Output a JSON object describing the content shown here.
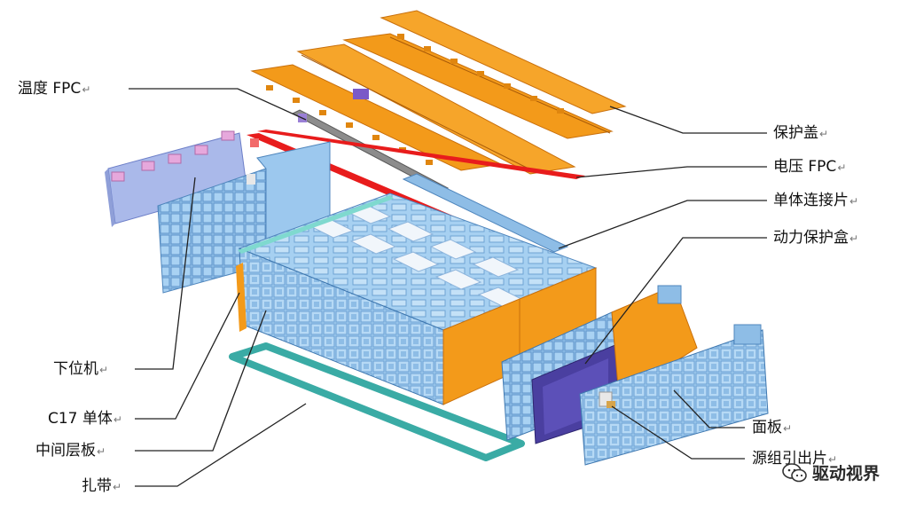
{
  "labels": {
    "temp_fpc": "温度 FPC",
    "lower_unit": "下位机",
    "c17_cell": "C17 单体",
    "mid_plate": "中间层板",
    "strap": "扎带",
    "cover": "保护盖",
    "volt_fpc": "电压 FPC",
    "connector": "单体连接片",
    "power_box": "动力保护盒",
    "panel": "面板",
    "lead_out": "源组引出片"
  },
  "return_mark": "↵",
  "watermark": {
    "text": "驱动视界",
    "icon": "wechat-icon"
  },
  "colors": {
    "cell_blue": "#9cc8ee",
    "cell_dark": "#5c95cc",
    "orange": "#f39a1a",
    "red_strip": "#e81c1c",
    "strap_teal": "#3aaba5",
    "lower_unit_blue": "#a9b8e8",
    "connector_pink": "#e6a8dc",
    "power_box_purple": "#4a3fa0"
  }
}
